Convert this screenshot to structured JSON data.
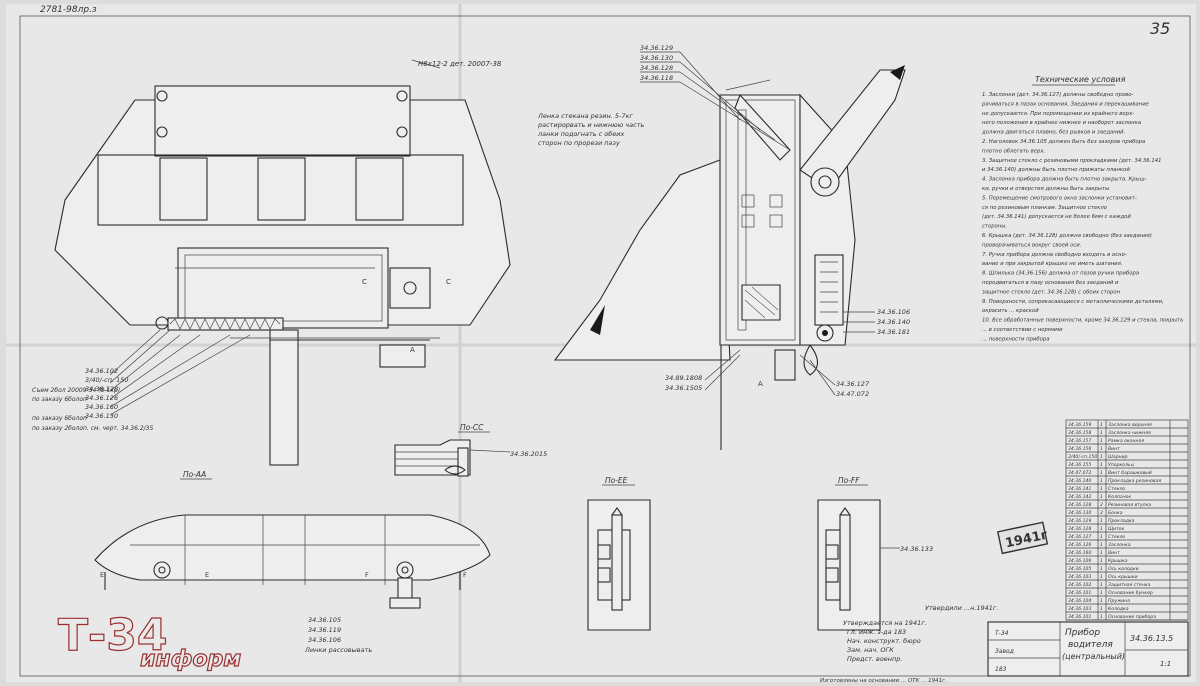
{
  "header": {
    "archive_code": "2781-98лр.з",
    "page_number": "35"
  },
  "top_view": {
    "callout_top": "Н6х12-2 дет. 20007-38",
    "parts_left": [
      "34.36.102",
      "3/40/-сп. 150",
      "34.36.128",
      "34.36.126",
      "34.36.160",
      "34.36.130"
    ],
    "notes_left": [
      "Съем 2бол 20009-34 (8-1кр)",
      "по заказу 6болоп",
      "по заказу 6болоп",
      "по заказу 2болоп. см. черт. 34.36.2/35"
    ],
    "label_c1": "C",
    "label_c2": "C",
    "label_a": "A"
  },
  "side_note": [
    "Ленка стекана резин. 5-7кг",
    "растирорвать и нижнюю часть",
    "ланки подогнать с обеих",
    "сторон по прорези пазу"
  ],
  "side_view": {
    "parts_top": [
      "34.36.129",
      "34.36.130",
      "34.36.128",
      "34.36.118"
    ],
    "parts_right": [
      "34.36.106",
      "34.36.140",
      "34.36.181"
    ],
    "parts_bottom_left": [
      "34.89.1808",
      "34.36.1505"
    ],
    "parts_bottom_right": [
      "34.36.127",
      "34.47.072"
    ],
    "label_a": "A"
  },
  "sections": {
    "cc": {
      "title": "По-СС",
      "part": "34.36.2015"
    },
    "aa": {
      "title": "По-AA",
      "parts": [
        "34.36.105",
        "34.36.119",
        "34.36.106"
      ],
      "note": "Линки рассовывать",
      "label_e1": "E",
      "label_e2": "E",
      "label_f1": "F",
      "label_f2": "F"
    },
    "ee": {
      "title": "По-EE"
    },
    "ff": {
      "title": "По-FF",
      "part": "34.36.133"
    }
  },
  "stamp_year": "1941г",
  "tech_conditions": {
    "title": "Технические условия",
    "lines": [
      "1. Заслонки (дет. 34.36.127) должны свободно прово-",
      "рачиваться в пазах основания. Заедания и перекашивание",
      "не допускаются. При перемещении из крайнего верх-",
      "него положения в крайнее нижнее и наоборот заслонка",
      "должна двигаться плавно, без рывков и заеданий.",
      "2. Наголовок 34.36.105 должен быть без зазоров прибора",
      "плотно облегать верх.",
      "3. Защитное стекло с резиновыми прокладками (дет. 34.36.141",
      "и 34.36.140) должны быть плотно прижаты планкой",
      "4. Заслонка прибора должна быть плотно закрыта. Крыш-",
      "ки, ручки и отверстия должны быть закрыты",
      "5. Перемещение смотрового окна заслонки установит-",
      "ся по резиновым планкам. Защитное стекло",
      "(дет. 34.36.141) допускается не более 6мм с каждой",
      "стороны.",
      "6. Крышка (дет. 34.36.128) должна свободно (без заедания)",
      "проворачиваться вокруг своей оси.",
      "7. Ручка прибора должна свободно входить в осно-",
      "вание и при закрытой крышке не иметь шатания.",
      "8. Шпилька (34.36.156) должна от пазов ручки прибора",
      "передвигаться в пазу основания без заеданий и",
      "защитное стекло (дет. 34.36.128) с обеих сторон",
      "9. Поверхности, соприкасающиеся с металлическими деталями,",
      "окрасить ... краской",
      "10. Все обработанные поверхности, кроме 34.36.129 и стекла, покрыть",
      "... в соответствии с нормами",
      "... поверхности прибора"
    ]
  },
  "bom": {
    "rows": [
      [
        "34.36.159",
        "1",
        "Заслонка верхняя"
      ],
      [
        "34.36.158",
        "1",
        "Заслонка нижняя"
      ],
      [
        "34.36.157",
        "1",
        "Рамка оконная"
      ],
      [
        "34.36.156",
        "1",
        "Винт"
      ],
      [
        "3/40/-сп.150",
        "1",
        "Шарнир"
      ],
      [
        "34.36.155",
        "1",
        "Упоркольц"
      ],
      [
        "34.47.072",
        "1",
        "Винт барашковый"
      ],
      [
        "34.36.140",
        "1",
        "Прокладка резиновая"
      ],
      [
        "34.36.141",
        "1",
        "Стекло"
      ],
      [
        "34.36.142",
        "1",
        "Колпачок"
      ],
      [
        "34.36.128",
        "2",
        "Резиновая втулка"
      ],
      [
        "34.36.130",
        "2",
        "Бонка"
      ],
      [
        "34.36.129",
        "1",
        "Прокладка"
      ],
      [
        "34.36.128",
        "1",
        "Щиток"
      ],
      [
        "34.36.127",
        "1",
        "Стекло"
      ],
      [
        "34.36.126",
        "1",
        "Заслонка"
      ],
      [
        "34.36.160",
        "1",
        "Винт"
      ],
      [
        "34.36.106",
        "1",
        "Крышка"
      ],
      [
        "34.36.105",
        "1",
        "Ось колодки"
      ],
      [
        "34.36.103",
        "1",
        "Ось крышки"
      ],
      [
        "34.36.102",
        "1",
        "Защитная стенка"
      ],
      [
        "34.36.101",
        "1",
        "Основание бункер"
      ],
      [
        "34.36.104",
        "1",
        "Пружина"
      ],
      [
        "34.36.103",
        "1",
        "Колодка"
      ],
      [
        "34.36.101",
        "1",
        "Основание прибора"
      ]
    ]
  },
  "title_block": {
    "title_line1": "Прибор",
    "title_line2": "водителя",
    "title_line3": "(центральный)",
    "drawing_number": "34.36.13.5",
    "sheet": "1:1",
    "row1": "Т-34",
    "row2": "Завод",
    "row3": "183"
  },
  "approval": {
    "lines": [
      "Утверждается на 1941г.",
      "Гл. инж. з-да 183",
      "Нач. конструкт. бюро",
      "Зам. нач. ОГК",
      "Предст. военпр."
    ],
    "left_note": "Утвердили ...н.1941г."
  },
  "footer_note": "Изготовлены на основании ... ОТК ... 1941г.",
  "watermark": {
    "big": "Т-34",
    "small": "информ"
  }
}
